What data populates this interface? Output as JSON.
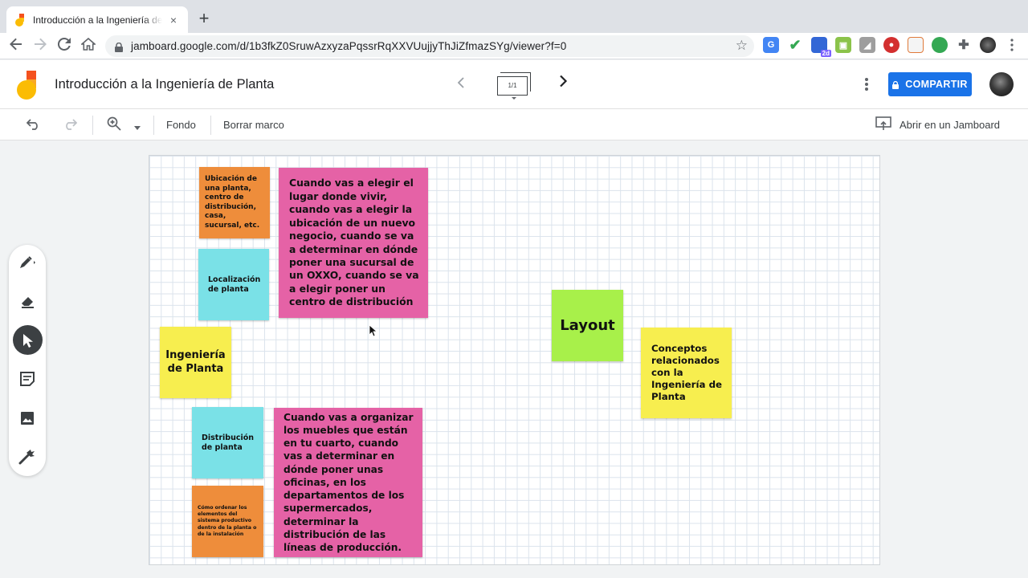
{
  "browser": {
    "tab_title": "Introducción a la Ingeniería de Planta",
    "tab_close": "×",
    "new_tab": "+",
    "url": "jamboard.google.com/d/1b3fkZ0SruwAzxyzaPqssrRqXXVUujjyThJiZfmazSYg/viewer?f=0",
    "ext_badge": "2d"
  },
  "header": {
    "title": "Introducción a la Ingeniería de Planta",
    "frame_indicator": "1/1",
    "share_label": "COMPARTIR"
  },
  "toolbar": {
    "fondo": "Fondo",
    "borrar_marco": "Borrar marco",
    "open_in_jamboard": "Abrir en un Jamboard"
  },
  "notes": [
    {
      "id": "ubicacion",
      "text": "Ubicación de una planta, centro de distribución, casa, sucursal, etc.",
      "color": "#ee8d3b"
    },
    {
      "id": "localizacion",
      "text": "Localización de planta",
      "color": "#7ae1e7"
    },
    {
      "id": "vivir",
      "text": "Cuando vas a elegir el lugar donde vivir, cuando vas a elegir la ubicación de un nuevo negocio, cuando se va a determinar en dónde poner una sucursal de un OXXO, cuando se va a elegir poner un centro de distribución",
      "color": "#e562a6"
    },
    {
      "id": "ingenieria",
      "text": "Ingeniería de Planta",
      "color": "#f7ee4f"
    },
    {
      "id": "distribucion",
      "text": "Distribución de planta",
      "color": "#7ae1e7"
    },
    {
      "id": "ordenar",
      "text": "Cómo ordenar los elementos del sistema productivo dentro de la planta o de la instalación",
      "color": "#ee8d3b"
    },
    {
      "id": "muebles",
      "text": "Cuando vas a organizar los muebles que están en tu cuarto, cuando vas a determinar en dónde poner unas oficinas, en los departamentos de los supermercados, determinar la distribución de las líneas de producción.",
      "color": "#e562a6"
    },
    {
      "id": "layout",
      "text": "Layout",
      "color": "#a8f04a"
    },
    {
      "id": "conceptos",
      "text": "Conceptos relacionados con la Ingeniería de Planta",
      "color": "#f7ee4f"
    }
  ],
  "colors": {
    "accent": "#1a73e8",
    "orange_note": "#ee8d3b",
    "cyan_note": "#7ae1e7",
    "pink_note": "#e562a6",
    "yellow_note": "#f7ee4f",
    "green_note": "#a8f04a"
  },
  "icons": {
    "tools": [
      "pen-icon",
      "eraser-icon",
      "select-icon",
      "sticky-note-icon",
      "image-icon",
      "laser-icon"
    ]
  }
}
